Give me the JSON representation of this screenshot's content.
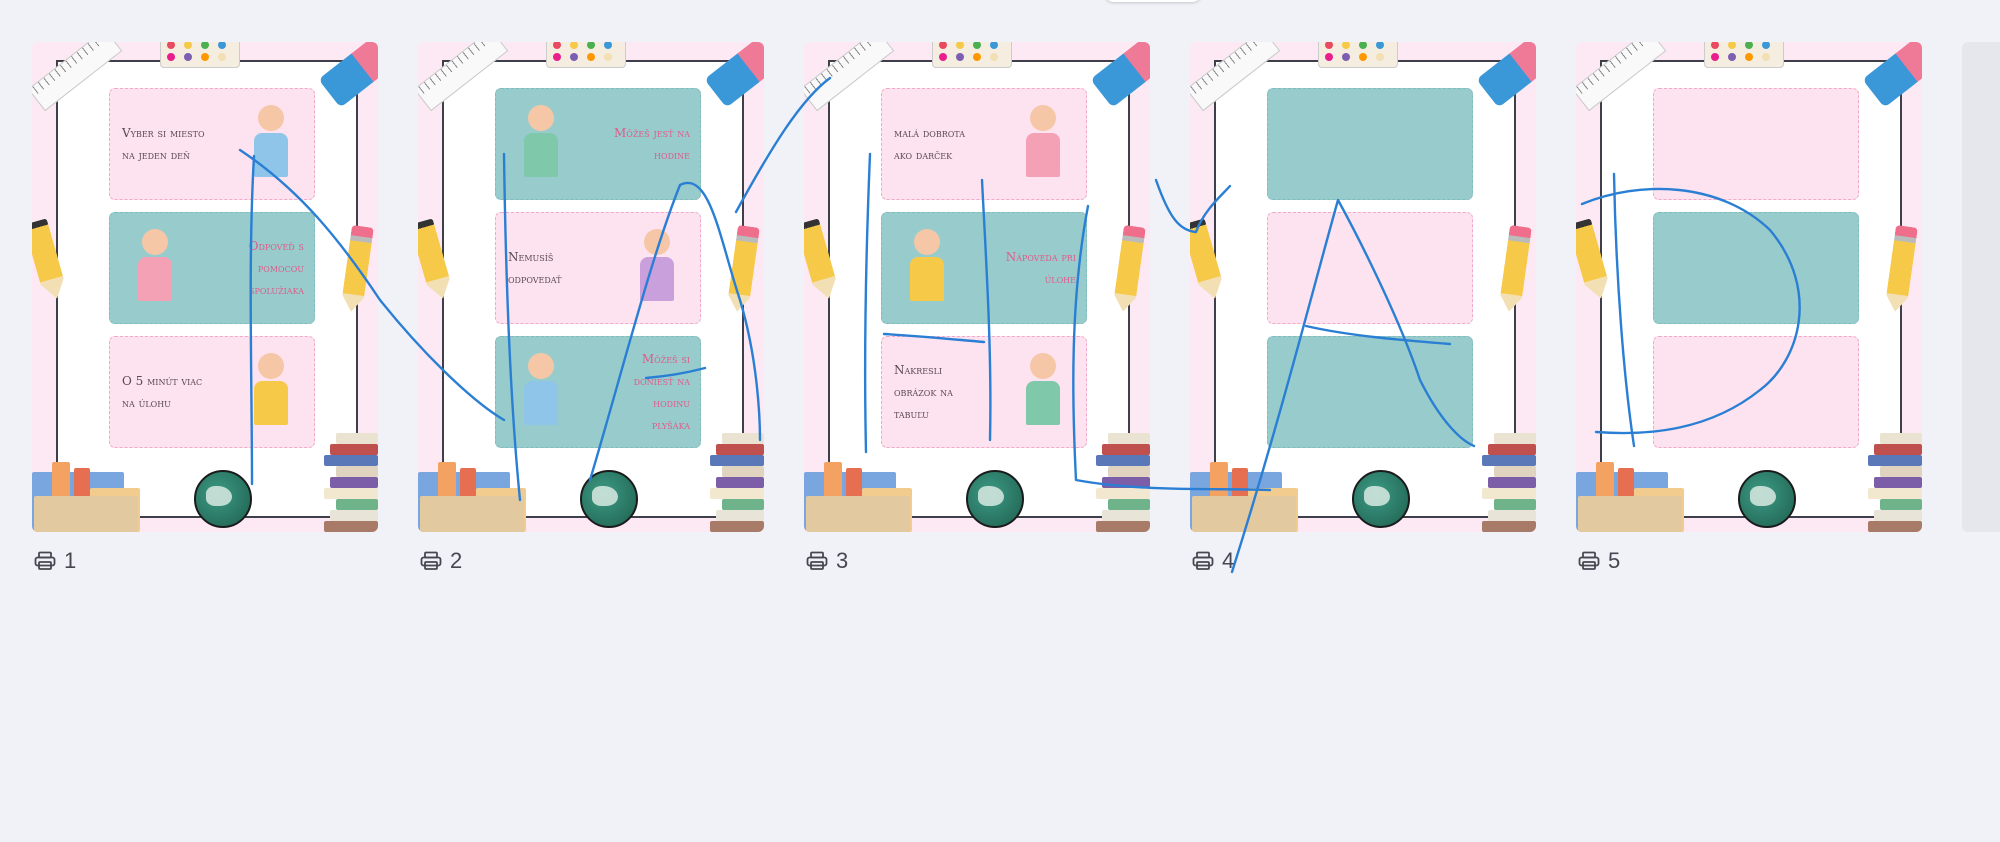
{
  "colors": {
    "background": "#f1f2f7",
    "page_bg": "#fce9f3",
    "card_pink": "#fde2ef",
    "card_teal": "#98cccc",
    "teal_text": "#e05a8a",
    "ink": "#2a7fd4"
  },
  "pages": [
    {
      "number": "1",
      "cards": [
        {
          "style": "pink",
          "lines": [
            "Vyber si miesto",
            "na jeden deň"
          ],
          "icon": "girl-at-desk-icon"
        },
        {
          "style": "teal",
          "lines": [
            "Odpoveď s",
            "pomocou",
            "spolužiaka"
          ],
          "icon": "two-kids-sitting-icon"
        },
        {
          "style": "pink",
          "lines": [
            "O 5 minút viac",
            "na úlohu"
          ],
          "icon": "stopwatch-icon"
        }
      ]
    },
    {
      "number": "2",
      "cards": [
        {
          "style": "teal",
          "lines": [
            "Môžeš jesť na",
            "hodine"
          ],
          "icon": "boy-eating-icon"
        },
        {
          "style": "pink",
          "lines": [
            "Nemusíš",
            "odpovedať"
          ],
          "icon": "thinking-boy-icon"
        },
        {
          "style": "teal",
          "lines": [
            "Môžeš si",
            "doniesť na",
            "hodinu",
            "plyšáka"
          ],
          "icon": "boy-with-teddy-icon"
        }
      ]
    },
    {
      "number": "3",
      "cards": [
        {
          "style": "pink",
          "lines": [
            "malá dobrota",
            "ako darček"
          ],
          "icon": "girl-with-lollipop-icon"
        },
        {
          "style": "teal",
          "lines": [
            "Nápoveda pri",
            "úlohe"
          ],
          "icon": "lightbulb-icon"
        },
        {
          "style": "pink",
          "lines": [
            "Nakresli",
            "obrázok na",
            "tabuľu"
          ],
          "icon": "girl-at-chalkboard-icon"
        }
      ]
    },
    {
      "number": "4",
      "cards": [
        {
          "style": "teal",
          "lines": [],
          "icon": ""
        },
        {
          "style": "pink",
          "lines": [],
          "icon": ""
        },
        {
          "style": "teal",
          "lines": [],
          "icon": ""
        }
      ]
    },
    {
      "number": "5",
      "cards": [
        {
          "style": "pink",
          "lines": [],
          "icon": ""
        },
        {
          "style": "teal",
          "lines": [],
          "icon": ""
        },
        {
          "style": "pink",
          "lines": [],
          "icon": ""
        }
      ]
    }
  ]
}
